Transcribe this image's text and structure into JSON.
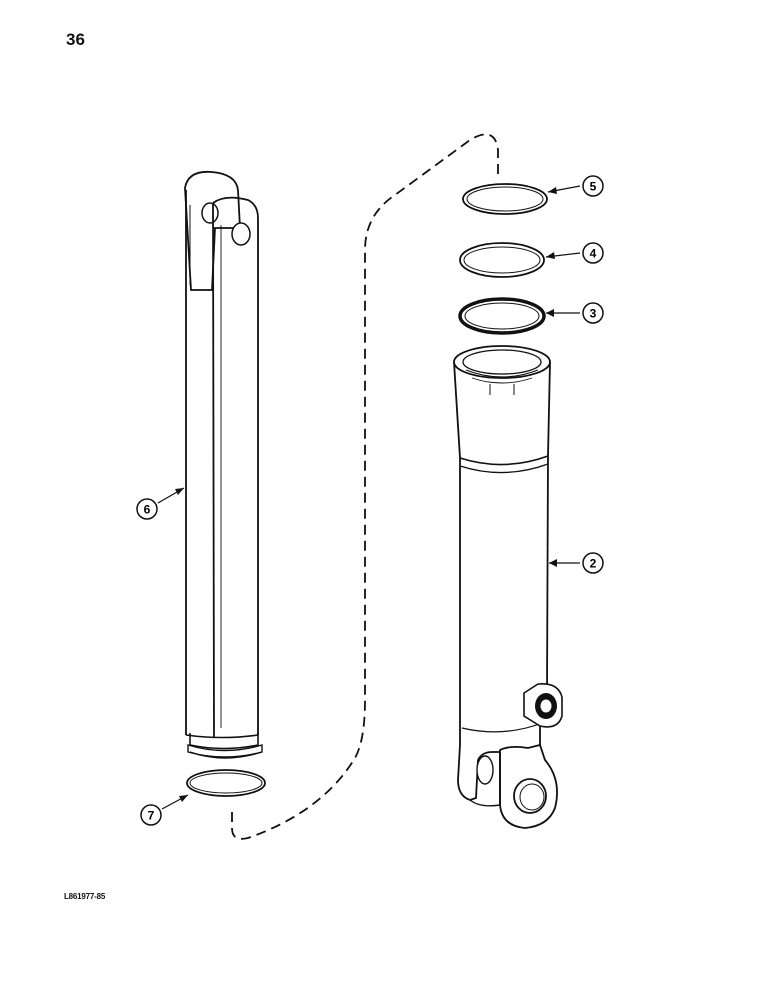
{
  "page_number": "36",
  "drawing_reference": "L861977-85",
  "callouts": [
    {
      "id": "callout-2",
      "label": "2",
      "part": "cylinder-barrel"
    },
    {
      "id": "callout-3",
      "label": "3",
      "part": "o-ring"
    },
    {
      "id": "callout-4",
      "label": "4",
      "part": "backup-ring"
    },
    {
      "id": "callout-5",
      "label": "5",
      "part": "seal-ring"
    },
    {
      "id": "callout-6",
      "label": "6",
      "part": "piston-rod"
    },
    {
      "id": "callout-7",
      "label": "7",
      "part": "retaining-ring"
    }
  ]
}
